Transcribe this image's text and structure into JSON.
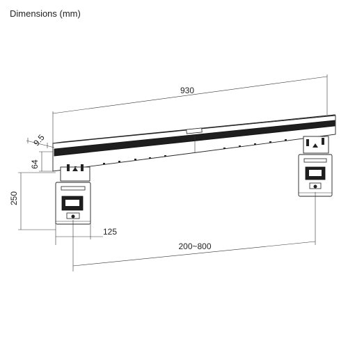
{
  "title": "Dimensions (mm)",
  "dimensions": {
    "overall_width": "930",
    "depth": "9.5",
    "rail_height": "64",
    "bracket_height": "250",
    "bracket_offset": "125",
    "vesa_range": "200~800"
  },
  "colors": {
    "line": "#333333",
    "rail_dark": "#1e1e1e",
    "background": "#ffffff"
  }
}
